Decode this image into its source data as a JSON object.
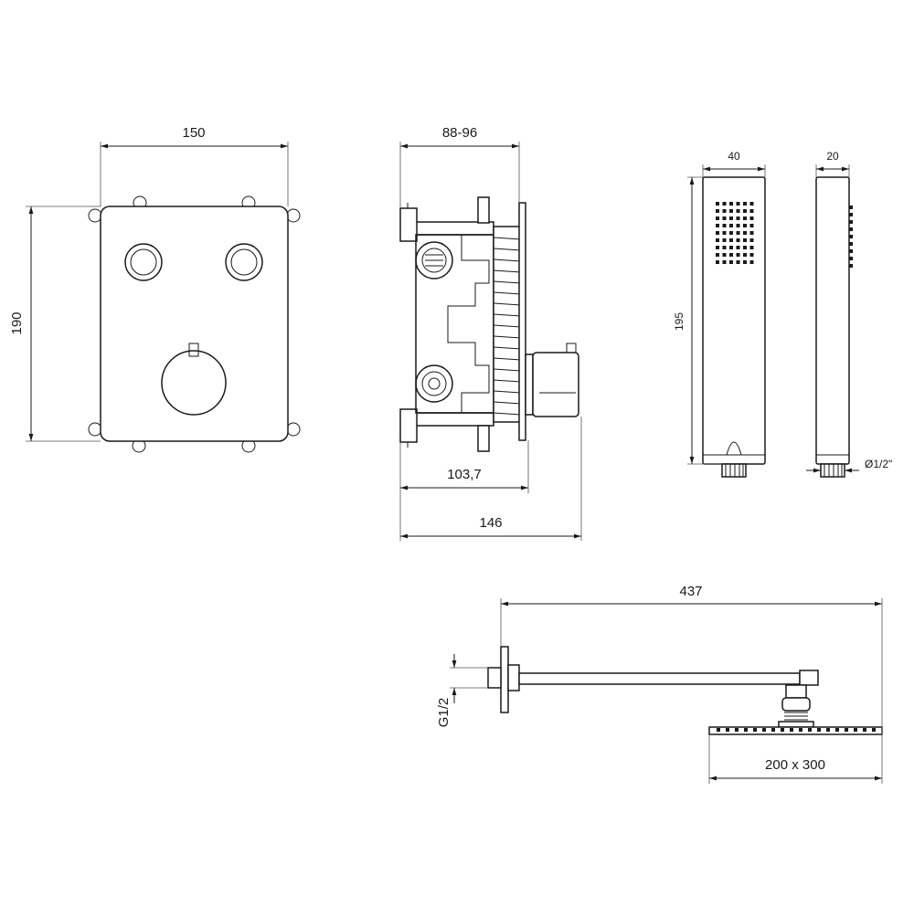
{
  "front_panel": {
    "width_label": "150",
    "height_label": "190"
  },
  "mixer_side": {
    "depth_label": "88-96",
    "box_depth_label": "103,7",
    "total_depth_label": "146"
  },
  "hand_shower": {
    "width_label": "40",
    "thickness_label": "20",
    "length_label": "195",
    "connection_label": "Ø1/2\""
  },
  "head_shower": {
    "arm_length_label": "437",
    "thread_label": "G1/2",
    "size_label": "200 x 300"
  }
}
